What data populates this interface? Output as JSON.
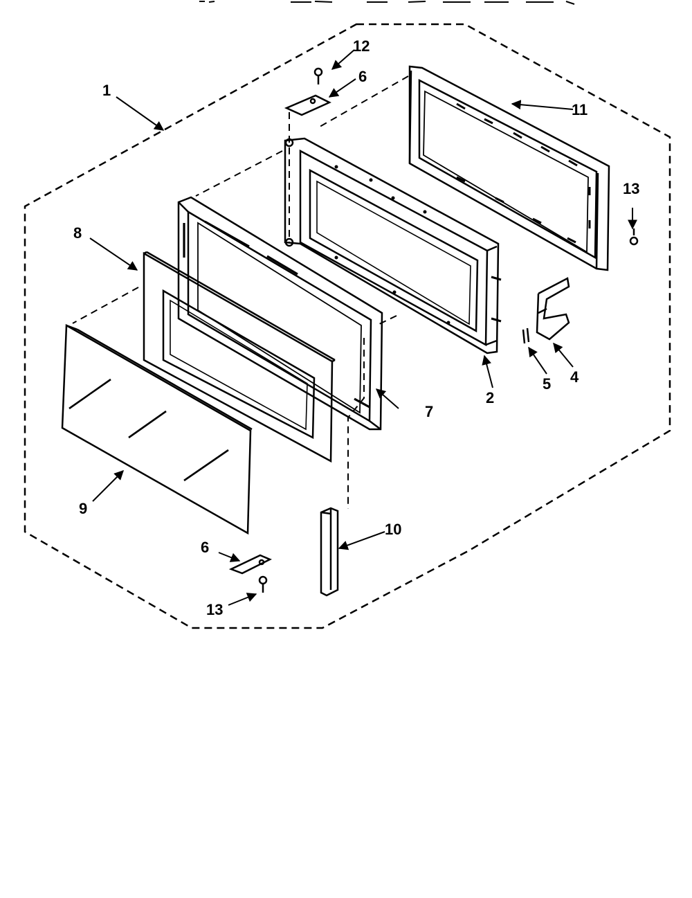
{
  "callouts": {
    "c1": "1",
    "c2": "2",
    "c4": "4",
    "c5": "5",
    "c6a": "6",
    "c6b": "6",
    "c7": "7",
    "c8": "8",
    "c9": "9",
    "c10": "10",
    "c11": "11",
    "c12": "12",
    "c13a": "13",
    "c13b": "13"
  },
  "colors": {
    "line": "#000000",
    "background": "#ffffff"
  }
}
